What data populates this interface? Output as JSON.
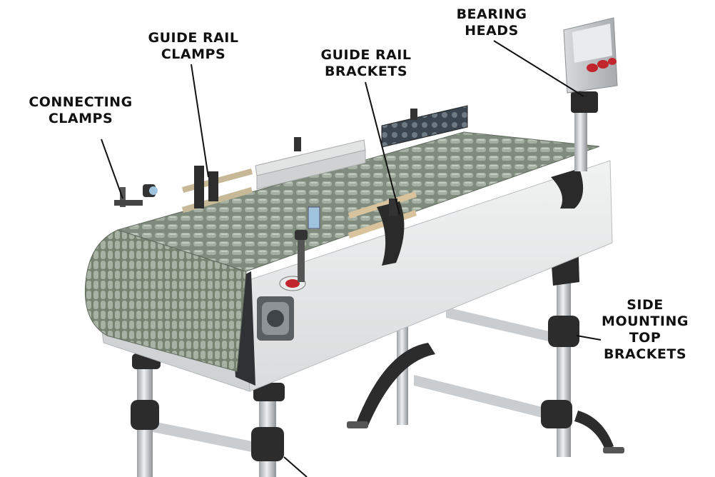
{
  "labels": {
    "connecting_clamps": [
      "CONNECTING",
      "CLAMPS"
    ],
    "guide_rail_clamps": [
      "GUIDE RAIL",
      "CLAMPS"
    ],
    "guide_rail_brackets": [
      "GUIDE RAIL",
      "BRACKETS"
    ],
    "bearing_heads": [
      "BEARING",
      "HEADS"
    ],
    "side_mounting_top_brackets": [
      "SIDE",
      "MOUNTING",
      "TOP",
      "BRACKETS"
    ]
  },
  "colors": {
    "frame": "#e6e7e7",
    "belt": "#8a9688",
    "brackets": "#2c2c2c",
    "legs": "#bfc3c6",
    "control_buttons": "#c0262c"
  }
}
